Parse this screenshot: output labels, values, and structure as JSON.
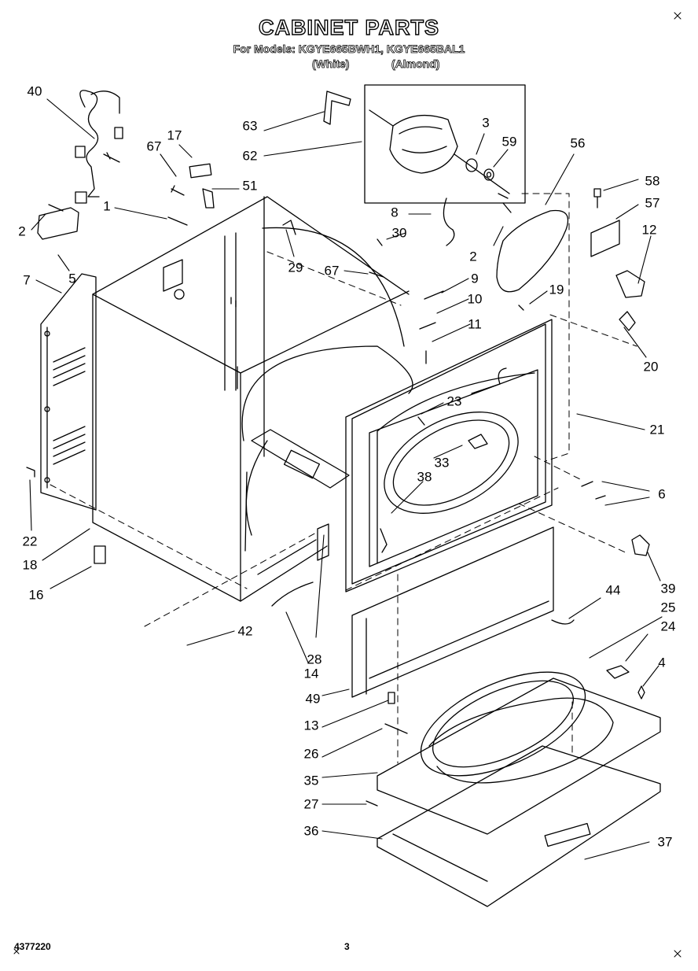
{
  "title": "CABINET PARTS",
  "subtitle": "For Models: KGYE665BWH1, KGYE665BAL1",
  "variant_white": "(White)",
  "variant_almond": "(Almond)",
  "footer": {
    "doc_number": "4377220",
    "page_number": "3"
  },
  "callouts": [
    "40",
    "17",
    "67",
    "51",
    "1",
    "2",
    "5",
    "7",
    "63",
    "62",
    "3",
    "59",
    "56",
    "58",
    "57",
    "12",
    "8",
    "30",
    "2",
    "29",
    "67",
    "9",
    "10",
    "11",
    "19",
    "20",
    "21",
    "23",
    "33",
    "38",
    "6",
    "22",
    "18",
    "16",
    "42",
    "28",
    "14",
    "39",
    "44",
    "25",
    "24",
    "4",
    "49",
    "13",
    "26",
    "35",
    "27",
    "36",
    "37"
  ]
}
